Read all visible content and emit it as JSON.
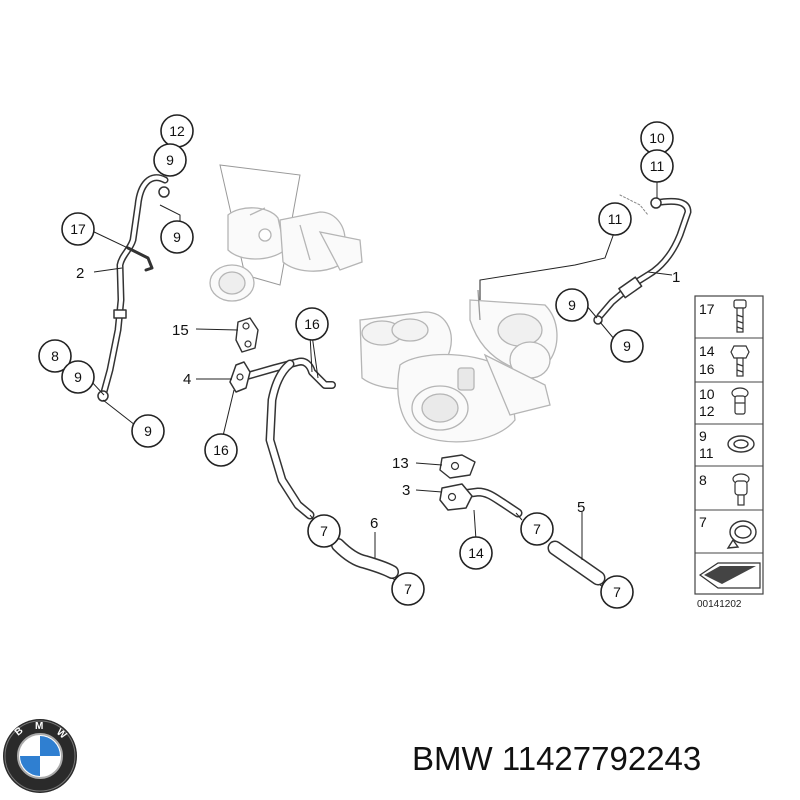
{
  "callouts": {
    "c12_top": "12",
    "c9_top": "9",
    "c9_bracket": "9",
    "c17": "17",
    "c8": "8",
    "c9_left": "9",
    "c9_bottom": "9",
    "c16_mid": "16",
    "c16_low": "16",
    "c10": "10",
    "c11_a": "11",
    "c11_b": "11",
    "c9_right_a": "9",
    "c9_right_b": "9",
    "c7_a": "7",
    "c7_b": "7",
    "c7_c": "7",
    "c7_d": "7",
    "c14": "14"
  },
  "labels": {
    "l1": "1",
    "l2": "2",
    "l3": "3",
    "l4": "4",
    "l5": "5",
    "l6": "6",
    "l13": "13",
    "l15": "15"
  },
  "legend": {
    "rows": [
      {
        "nums": [
          "17"
        ]
      },
      {
        "nums": [
          "14",
          "16"
        ]
      },
      {
        "nums": [
          "10",
          "12"
        ]
      },
      {
        "nums": [
          "9",
          "11"
        ]
      },
      {
        "nums": [
          "8"
        ]
      },
      {
        "nums": [
          "7"
        ]
      }
    ],
    "part_code": "00141202"
  },
  "brand": {
    "logo_letters": "BMW",
    "title": "BMW 11427792243"
  }
}
